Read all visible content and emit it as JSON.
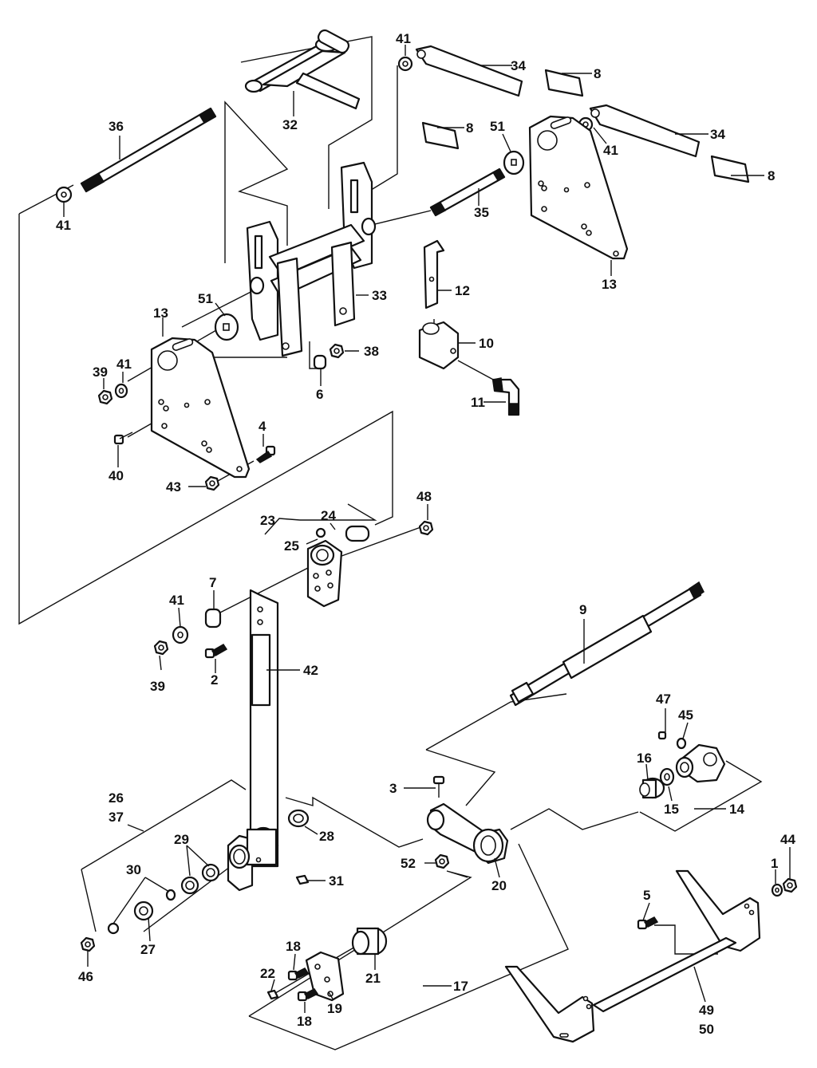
{
  "labels": {
    "l1": "1",
    "l2": "2",
    "l3": "3",
    "l4": "4",
    "l5": "5",
    "l6": "6",
    "l7": "7",
    "l8": "8",
    "l9": "9",
    "l10": "10",
    "l11": "11",
    "l12": "12",
    "l13": "13",
    "l14": "14",
    "l15": "15",
    "l16": "16",
    "l17": "17",
    "l18": "18",
    "l19": "19",
    "l20": "20",
    "l21": "21",
    "l22": "22",
    "l23": "23",
    "l24": "24",
    "l25": "25",
    "l26": "26",
    "l27": "27",
    "l28": "28",
    "l29": "29",
    "l30": "30",
    "l31": "31",
    "l32": "32",
    "l33": "33",
    "l34": "34",
    "l35": "35",
    "l36": "36",
    "l37": "37",
    "l38": "38",
    "l39": "39",
    "l40": "40",
    "l41": "41",
    "l42": "42",
    "l43": "43",
    "l44": "44",
    "l45": "45",
    "l46": "46",
    "l47": "47",
    "l48": "48",
    "l49": "49",
    "l50": "50",
    "l51": "51",
    "l52": "52"
  },
  "colors": {
    "ink": "#111111",
    "paper": "#ffffff"
  }
}
